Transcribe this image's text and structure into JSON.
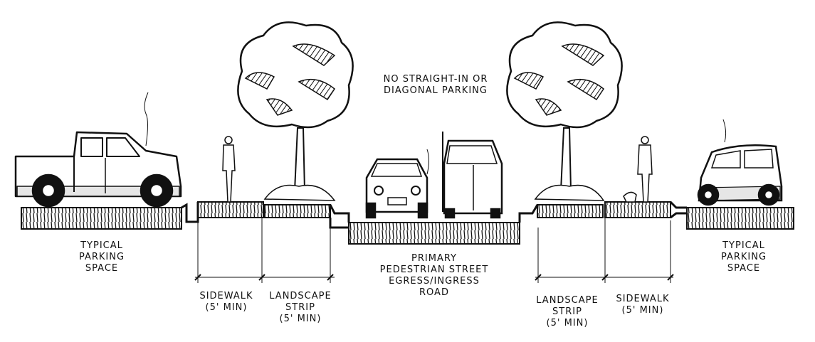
{
  "note": {
    "line1": "NO STRAIGHT-IN OR",
    "line2": "DIAGONAL PARKING"
  },
  "labels": {
    "left_parking": [
      "TYPICAL",
      "PARKING",
      "SPACE"
    ],
    "left_sidewalk": [
      "SIDEWALK",
      "(5' MIN)"
    ],
    "left_landscape": [
      "LANDSCAPE",
      "STRIP",
      "(5' MIN)"
    ],
    "road": [
      "PRIMARY",
      "PEDESTRIAN STREET",
      "EGRESS/INGRESS",
      "ROAD"
    ],
    "right_landscape": [
      "LANDSCAPE",
      "STRIP",
      "(5' MIN)"
    ],
    "right_sidewalk": [
      "SIDEWALK",
      "(5' MIN)"
    ],
    "right_parking": [
      "TYPICAL",
      "PARKING",
      "SPACE"
    ]
  },
  "colors": {
    "ink": "#111111",
    "body": "#e6e6e6",
    "paper": "#ffffff"
  }
}
